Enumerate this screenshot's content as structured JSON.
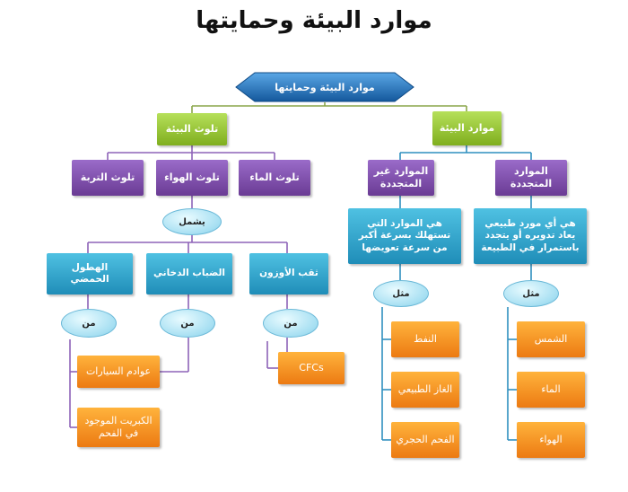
{
  "title": "موارد البيئة وحمايتها",
  "root": {
    "label": "موارد البيئة وحمايتها"
  },
  "branches": {
    "resources": {
      "label": "موارد البيئة",
      "renewable": {
        "label": "الموارد المتجددة",
        "definition": "هي أي مورد طبيعي يعاد تدويره أو يتجدد باستمرار في الطبيعة",
        "connector": "مثل",
        "examples": [
          "الشمس",
          "الماء",
          "الهواء"
        ]
      },
      "nonrenewable": {
        "label": "الموارد غير المتجددة",
        "definition": "هي الموارد التي تستهلك بسرعة أكبر من سرعة تعويضها",
        "connector": "مثل",
        "examples": [
          "النفط",
          "الغاز الطبيعي",
          "الفحم الحجري"
        ]
      }
    },
    "pollution": {
      "label": "تلوث البيئة",
      "types": [
        "تلوث الماء",
        "تلوث الهواء",
        "تلوث التربة"
      ],
      "connector": "يشمل",
      "air_effects": [
        {
          "label": "ثقب الأوزون",
          "connector": "من",
          "sources": [
            "CFCs"
          ]
        },
        {
          "label": "الضباب الدخاني",
          "connector": "من",
          "sources": [
            "عوادم السيارات"
          ]
        },
        {
          "label": "الهطول الحمضي",
          "connector": "من",
          "sources": [
            "الكبريت الموجود في الفحم"
          ]
        }
      ]
    }
  },
  "colors": {
    "root": "#1f6fb4",
    "level1": "#8cc63f",
    "pollution_types": "#7b4ea8",
    "definitions": "#2ba6cf",
    "items": "#f58a1f",
    "connectors": "#5aa2c0",
    "lines_left": "#8e63b8",
    "lines_right": "#2f8fbf"
  }
}
